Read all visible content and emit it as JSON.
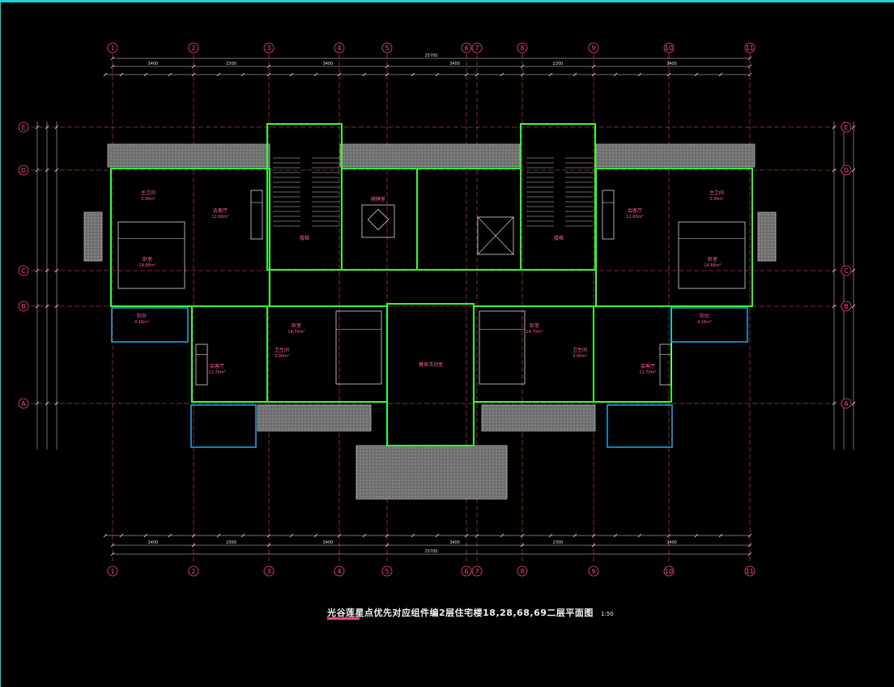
{
  "drawing": {
    "title": "光谷莲星点优先对应组件编2层住宅楼18,28,68,69二层平面图",
    "scale_label": "1:50"
  },
  "axes": {
    "columns": [
      "1",
      "2",
      "3",
      "4",
      "5",
      "6",
      "7",
      "8",
      "9",
      "10",
      "11"
    ],
    "rows": [
      "E",
      "D",
      "C",
      "B",
      "A"
    ]
  },
  "dimensions": {
    "top_total": "25700",
    "top_sub": [
      "3400",
      "2300",
      "3400",
      "3400",
      "2300",
      "3400"
    ],
    "bottom_total": "25700",
    "bottom_sub": [
      "3400",
      "2300",
      "3400",
      "3400",
      "2300",
      "3400"
    ]
  },
  "rooms": [
    {
      "name": "主卫间",
      "area": "3.30m²"
    },
    {
      "name": "会客厅",
      "area": "12.60m²"
    },
    {
      "name": "卧室",
      "area": "14.68m²"
    },
    {
      "name": "阳台",
      "area": "4.16m²"
    },
    {
      "name": "会客厅",
      "area": "11.70m²"
    },
    {
      "name": "卫生间",
      "area": "3.00m²"
    },
    {
      "name": "卧室",
      "area": "14.70m²"
    },
    {
      "name": "卧室",
      "area": "14.70m²"
    },
    {
      "name": "卫生间",
      "area": "3.00m²"
    },
    {
      "name": "会客厅",
      "area": "11.70m²"
    },
    {
      "name": "阳台",
      "area": "4.16m²"
    },
    {
      "name": "会客厅",
      "area": "12.60m²"
    },
    {
      "name": "卧室",
      "area": "14.68m²"
    },
    {
      "name": "主卫间",
      "area": "3.30m²"
    }
  ],
  "labels": {
    "center_room": "棋牌室",
    "gym": "健身活动室",
    "stair_left": "楼梯",
    "stair_right": "楼梯"
  },
  "colors": {
    "background": "#000000",
    "frame": "#19d3d3",
    "wall": "#33ff33",
    "axis_line": "#ff4d7a",
    "dimension": "#e0e0e0",
    "balcony": "#22a7f0",
    "hatch": "#8a8a8a",
    "text": "#ff5fa2",
    "furniture": "#d9d9d9"
  }
}
